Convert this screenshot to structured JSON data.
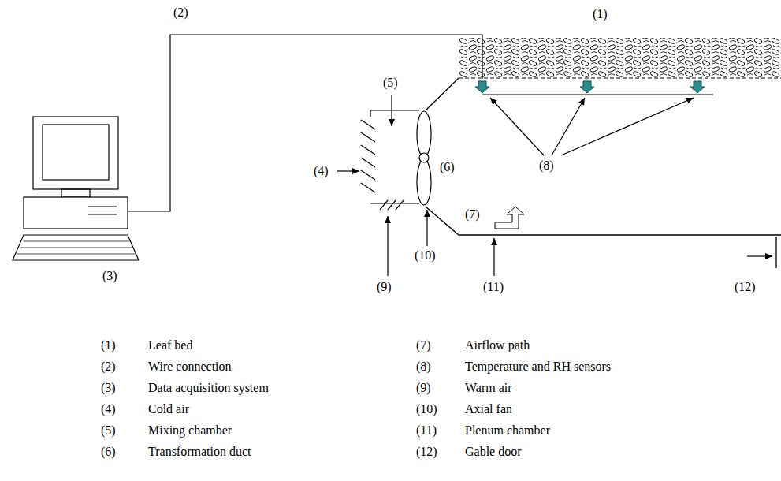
{
  "diagram": {
    "labels": [
      "(2)",
      "(1)",
      "(5)",
      "(4)",
      "(6)",
      "(8)",
      "(7)",
      "(3)",
      "(9)",
      "(10)",
      "(11)",
      "(12)",
      "(1)",
      "Leaf bed",
      "(2)",
      "Wire connection",
      "(3)",
      "Data acquisition system",
      "(4)",
      "Cold air",
      "(5)",
      "Mixing chamber",
      "(6)",
      "Transformation duct",
      "(7)",
      "Airflow path",
      "(8)",
      "Temperature and RH sensors",
      "(9)",
      "Warm air",
      "(10)",
      "Axial fan",
      "(11)",
      "Plenum chamber",
      "(12)",
      "Gable door"
    ]
  }
}
